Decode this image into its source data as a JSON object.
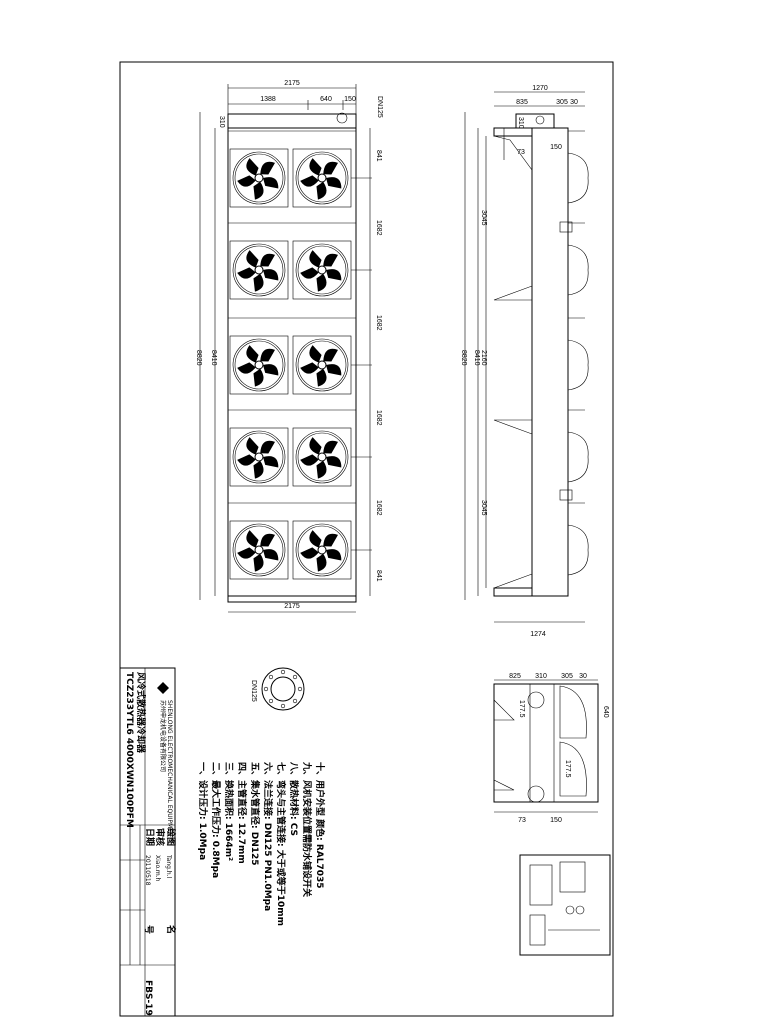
{
  "plan_view": {
    "width_top": "2175",
    "seg_1388": "1388",
    "seg_640": "640",
    "seg_150": "150",
    "dn_label": "DN125",
    "h_310": "310",
    "length_8820": "8820",
    "length_8410": "8410",
    "pitch_841_top": "841",
    "pitch_1682_a": "1682",
    "pitch_1682_b": "1682",
    "pitch_1682_c": "1682",
    "pitch_1682_d": "1682",
    "pitch_841_bottom": "841",
    "width_bottom": "2175"
  },
  "side_view": {
    "width_1270": "1270",
    "seg_835": "835",
    "seg_310": "310",
    "seg_305": "305",
    "seg_30": "30",
    "d_73": "73",
    "d_150": "150",
    "length_8820": "8820",
    "length_8410": "8410",
    "leg_3045_top": "3045",
    "leg_2160": "2160",
    "leg_3045_bottom": "3045",
    "width_1274": "1274"
  },
  "end_view": {
    "seg_825": "825",
    "seg_310": "310",
    "seg_305": "305",
    "seg_30": "30",
    "h_640": "640",
    "d_177_top": "177.5",
    "d_177_bottom": "177.5",
    "d_73": "73",
    "d_150": "150"
  },
  "flange": {
    "label": "DN125"
  },
  "notes": [
    "一、设计压力: 1.0Mpa",
    "二、最大工作压力: 0.8Mpa",
    "三、换热面积: 1664m²",
    "四、主管直径: 12.7mm",
    "五、集水管直径: DN125",
    "六、法兰连接: DN125 PN1.0Mpa",
    "七、弯头与主管连接: 大于或等于10mm",
    "八、散热材料: CS",
    "九、风机安装位置需防水铺设开关",
    "十、用户外型 颜色: RAL7035"
  ],
  "title_block": {
    "company": "苏州申龙机电设备有限公司",
    "company_en": "SHENLONG ELECTROMECHANICAL EQUIPMENT",
    "model": "TCZ233YTL6 4000XWN100PFM",
    "product": "风冷式散热器冷却器",
    "drawn_label": "绘图",
    "drawn_value": "Tang.h.l",
    "check_label": "审核",
    "check_value": "Xiao.m.h",
    "date_label": "日期",
    "date_value": "20110518",
    "name_label": "名",
    "number_label": "号",
    "drawing_no": "FBS-19"
  }
}
